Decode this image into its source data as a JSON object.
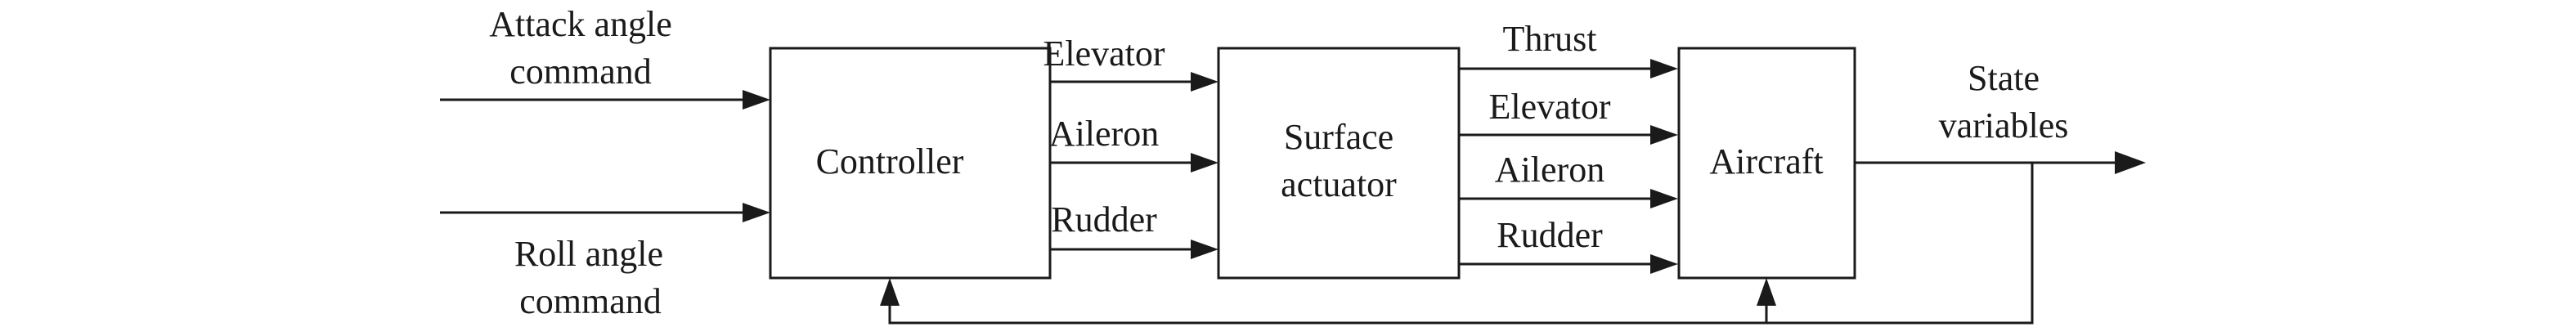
{
  "inputs": {
    "attack_line1": "Attack angle",
    "attack_line2": "command",
    "roll_line1": "Roll angle",
    "roll_line2": "command"
  },
  "blocks": {
    "controller": "Controller",
    "actuator_line1": "Surface",
    "actuator_line2": "actuator",
    "aircraft": "Aircraft"
  },
  "controller_outputs": {
    "elevator": "Elevator",
    "aileron": "Aileron",
    "rudder": "Rudder"
  },
  "actuator_outputs": {
    "thrust": "Thrust",
    "elevator": "Elevator",
    "aileron": "Aileron",
    "rudder": "Rudder"
  },
  "output": {
    "line1": "State",
    "line2": "variables"
  }
}
